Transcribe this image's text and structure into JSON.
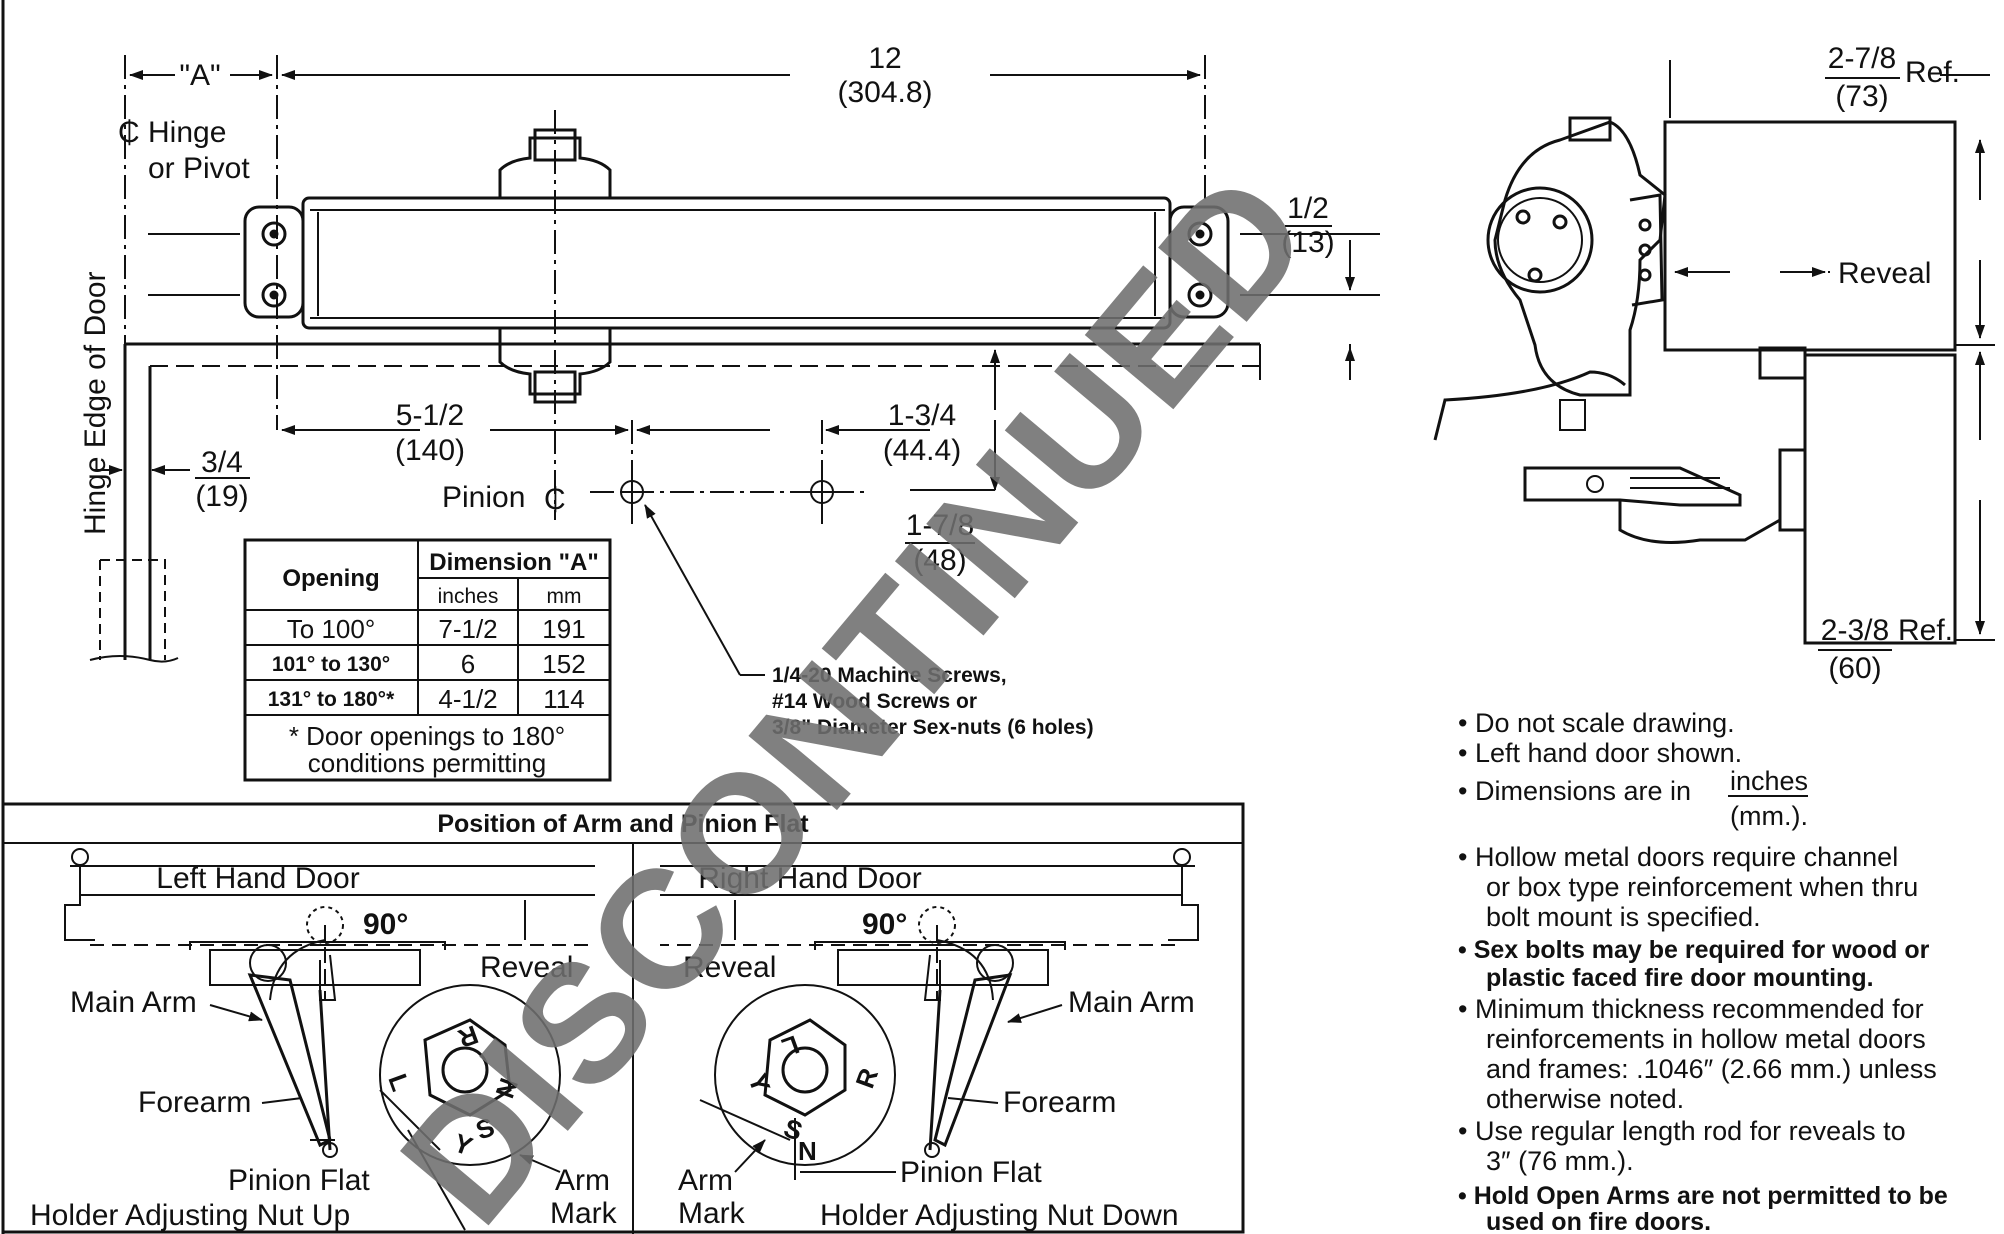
{
  "dims": {
    "a_label": "\"A\"",
    "overall_in": "12",
    "overall_mm": "(304.8)",
    "ref_top_in": "2-7/8",
    "ref_top_mm": "(73)",
    "ref_word": "Ref.",
    "half_in": "1/2",
    "half_mm": "(13)",
    "pinion_off_in": "5-1/2",
    "pinion_off_mm": "(140)",
    "screw_space_in": "1-3/4",
    "screw_space_mm": "(44.4)",
    "drop_in": "1-7/8",
    "drop_mm": "(48)",
    "edge_in": "3/4",
    "edge_mm": "(19)",
    "ref_bot_in": "2-3/8",
    "ref_bot_mm": "(60)"
  },
  "labels": {
    "hinge_line1": "Hinge",
    "hinge_line2": "or Pivot",
    "hinge_edge": "Hinge Edge of Door",
    "pinion": "Pinion",
    "reveal": "Reveal"
  },
  "table": {
    "col_opening": "Opening",
    "col_dim": "Dimension \"A\"",
    "col_in": "inches",
    "col_mm": "mm",
    "rows": [
      {
        "opening": "To 100°",
        "inches": "7-1/2",
        "mm": "191"
      },
      {
        "opening": "101° to 130°",
        "inches": "6",
        "mm": "152"
      },
      {
        "opening": "131° to 180°*",
        "inches": "4-1/2",
        "mm": "114"
      }
    ],
    "footnote1": "* Door openings to 180°",
    "footnote2": "conditions permitting"
  },
  "screws": {
    "line1": "1/4-20 Machine Screws,",
    "line2": "#14 Wood Screws or",
    "line3": "3/8\" Diameter Sex-nuts (6 holes)"
  },
  "arm_panel": {
    "title": "Position of Arm and Pinion Flat",
    "left": {
      "door": "Left Hand Door",
      "angle": "90°",
      "reveal": "Reveal",
      "main_arm": "Main Arm",
      "forearm": "Forearm",
      "pinion_flat": "Pinion Flat",
      "holder": "Holder Adjusting Nut Up",
      "arm_mark1": "Arm",
      "arm_mark2": "Mark",
      "dial": [
        "R",
        "L",
        "N",
        "S",
        "Y"
      ]
    },
    "right": {
      "door": "Right Hand Door",
      "angle": "90°",
      "reveal": "Reveal",
      "main_arm": "Main Arm",
      "forearm": "Forearm",
      "pinion_flat": "Pinion Flat",
      "holder": "Holder Adjusting Nut Down",
      "arm_mark1": "Arm",
      "arm_mark2": "Mark",
      "dial": [
        "L",
        "Y",
        "R",
        "S",
        "N"
      ]
    }
  },
  "notes": [
    {
      "text": "Do not scale drawing.",
      "bold": false
    },
    {
      "text": "Left hand door shown.",
      "bold": false
    },
    {
      "text": "Dimensions are in",
      "bold": false,
      "frac_top": "inches",
      "frac_bot": "(mm.)."
    },
    {
      "text": "Hollow metal doors require channel",
      "cont": [
        "or box type reinforcement when thru",
        "bolt mount is specified."
      ],
      "bold": false
    },
    {
      "text": "Sex bolts may be required for wood or",
      "cont": [
        "plastic faced fire door mounting."
      ],
      "bold": true
    },
    {
      "text": "Minimum thickness recommended for",
      "cont": [
        "reinforcements in hollow metal doors",
        "and frames: .1046″ (2.66 mm.) unless",
        "otherwise noted."
      ],
      "bold": false
    },
    {
      "text": "Use regular length rod for reveals to",
      "cont": [
        "3″ (76 mm.)."
      ],
      "bold": false
    },
    {
      "text": "Hold Open Arms are not permitted to be",
      "cont": [
        "used on fire doors."
      ],
      "bold": true
    }
  ],
  "watermark": "DISCONTINUED"
}
